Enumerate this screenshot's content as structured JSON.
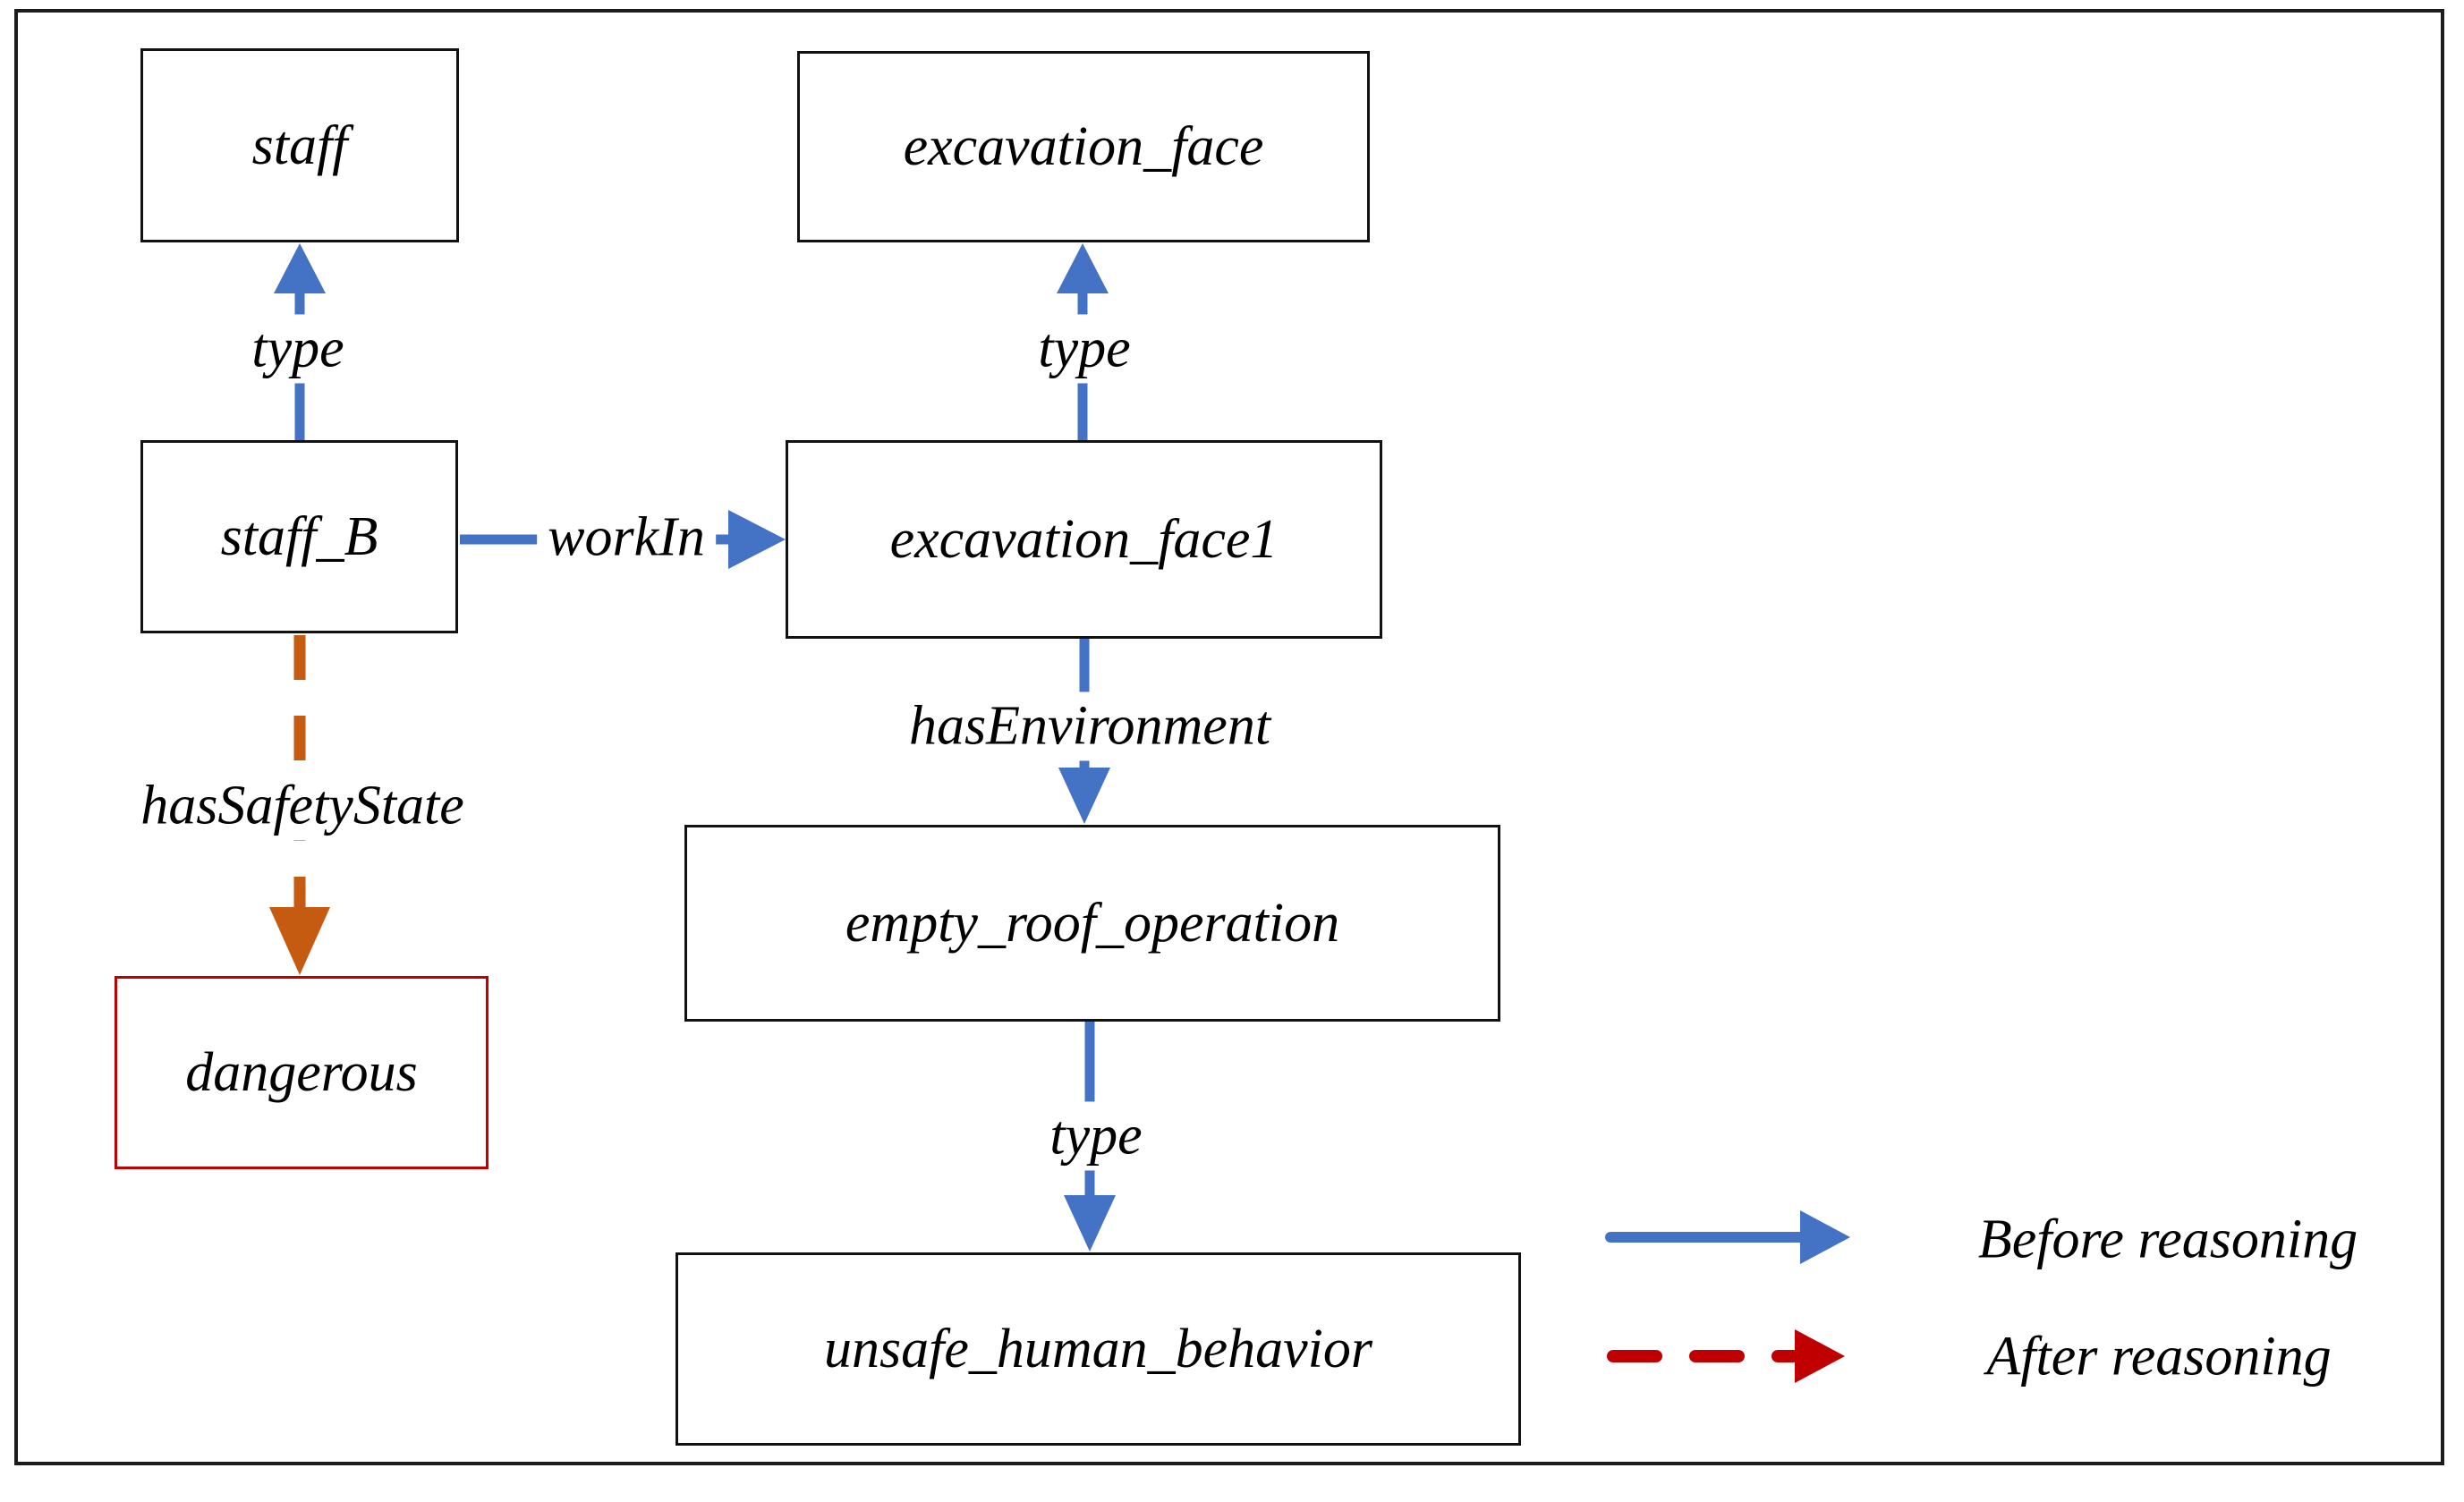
{
  "colors": {
    "blue": "#4472C4",
    "orange": "#C55A11",
    "red": "#C00000",
    "ink": "#000000",
    "background": "#FFFFFF"
  },
  "diagram": {
    "nodes": [
      {
        "id": "staff",
        "label": "staff"
      },
      {
        "id": "excavation_face",
        "label": "excavation_face"
      },
      {
        "id": "staff_B",
        "label": "staff_B"
      },
      {
        "id": "excavation_face1",
        "label": "excavation_face1"
      },
      {
        "id": "empty_roof_operation",
        "label": "empty_roof_operation"
      },
      {
        "id": "dangerous",
        "label": "dangerous",
        "border_color": "#C00000"
      },
      {
        "id": "unsafe_human_behavior",
        "label": "unsafe_human_behavior"
      }
    ],
    "edges": [
      {
        "label": "type",
        "from": "staff_B",
        "to": "staff",
        "style": "solid",
        "color": "#4472C4"
      },
      {
        "label": "workIn",
        "from": "staff_B",
        "to": "excavation_face1",
        "style": "solid",
        "color": "#4472C4"
      },
      {
        "label": "type",
        "from": "excavation_face1",
        "to": "excavation_face",
        "style": "solid",
        "color": "#4472C4"
      },
      {
        "label": "hasEnvironment",
        "from": "excavation_face1",
        "to": "empty_roof_operation",
        "style": "solid",
        "color": "#4472C4"
      },
      {
        "label": "type",
        "from": "empty_roof_operation",
        "to": "unsafe_human_behavior",
        "style": "solid",
        "color": "#4472C4"
      },
      {
        "label": "hasSafetyState",
        "from": "staff_B",
        "to": "dangerous",
        "style": "dashed",
        "color": "#C55A11"
      }
    ],
    "legend": [
      {
        "label": "Before reasoning",
        "style": "solid",
        "color": "#4472C4"
      },
      {
        "label": "After reasoning",
        "style": "dashed",
        "color": "#C00000"
      }
    ]
  }
}
